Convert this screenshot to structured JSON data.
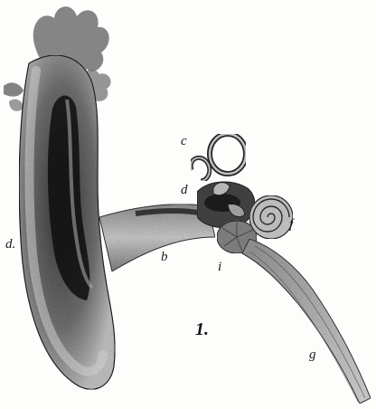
{
  "figure": {
    "number": "1.",
    "labels": {
      "pinna": "d.",
      "canal": "b",
      "semicircular": "c",
      "ossicle": "d",
      "cochlea": "f",
      "eardrum": "i",
      "nerve": "g"
    }
  }
}
